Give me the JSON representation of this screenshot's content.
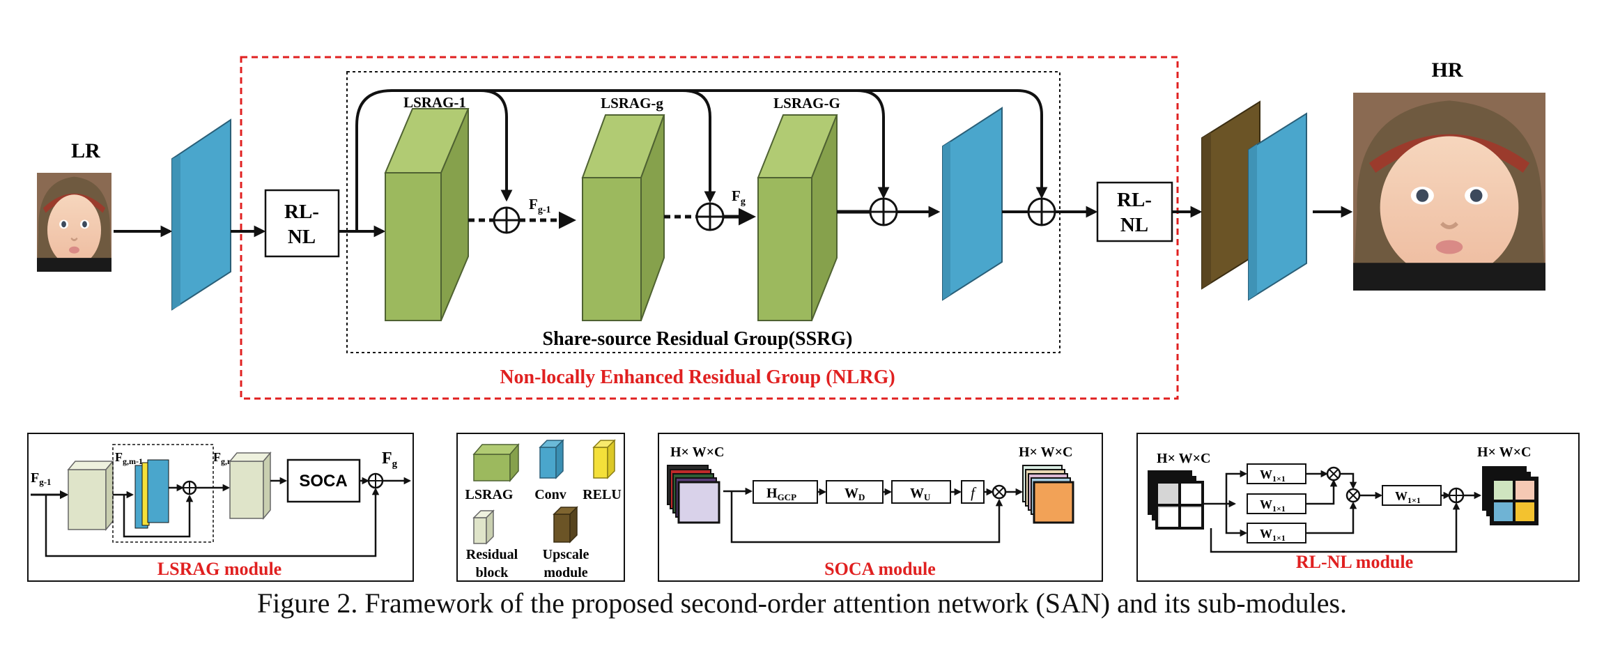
{
  "main": {
    "lr_label": "LR",
    "hr_label": "HR",
    "rlnl_line1": "RL-",
    "rlnl_line2": "NL",
    "lsrag_1": "LSRAG-1",
    "lsrag_g": "LSRAG-g",
    "lsrag_G": "LSRAG-G",
    "f_g_minus_1": {
      "base": "F",
      "sub": "g-1"
    },
    "f_g": {
      "base": "F",
      "sub": "g"
    },
    "ssrg_title": "Share-source Residual Group(SSRG)",
    "nlrg_title": "Non-locally Enhanced  Residual Group (NLRG)"
  },
  "lsrag_module": {
    "title": "LSRAG module",
    "f_in": {
      "base": "F",
      "sub": "g-1"
    },
    "f_m1": {
      "base": "F",
      "sub": "g,m-1"
    },
    "f_m": {
      "base": "F",
      "sub": "g,m"
    },
    "soca": "SOCA",
    "f_out": {
      "base": "F",
      "sub": "g"
    }
  },
  "legend": {
    "lsrag": "LSRAG",
    "conv": "Conv",
    "relu": "RELU",
    "residual_line1": "Residual",
    "residual_line2": "block",
    "upscale_line1": "Upscale",
    "upscale_line2": "module"
  },
  "soca_module": {
    "title": "SOCA module",
    "in_dim": "H× W×C",
    "out_dim": "H× W×C",
    "h_gcp": {
      "base": "H",
      "sub": "GCP"
    },
    "w_d": {
      "base": "W",
      "sub": "D"
    },
    "w_u": {
      "base": "W",
      "sub": "U"
    },
    "f_label": "f"
  },
  "rlnl_module": {
    "title": "RL-NL module",
    "in_dim": "H× W×C",
    "out_dim": "H× W×C",
    "w1": {
      "base": "W",
      "sub": "1×1"
    },
    "w2": {
      "base": "W",
      "sub": "1×1"
    },
    "w3": {
      "base": "W",
      "sub": "1×1"
    },
    "w4": {
      "base": "W",
      "sub": "1×1"
    }
  },
  "caption": "Figure 2. Framework of the proposed second-order attention network (SAN) and its sub-modules.",
  "colors": {
    "green": "#9cb95e",
    "blue": "#4aa6cc",
    "yellow": "#f4e03a",
    "brown": "#6b5426",
    "residual": "#dfe4c9",
    "red": "#e02020",
    "black": "#111111"
  }
}
